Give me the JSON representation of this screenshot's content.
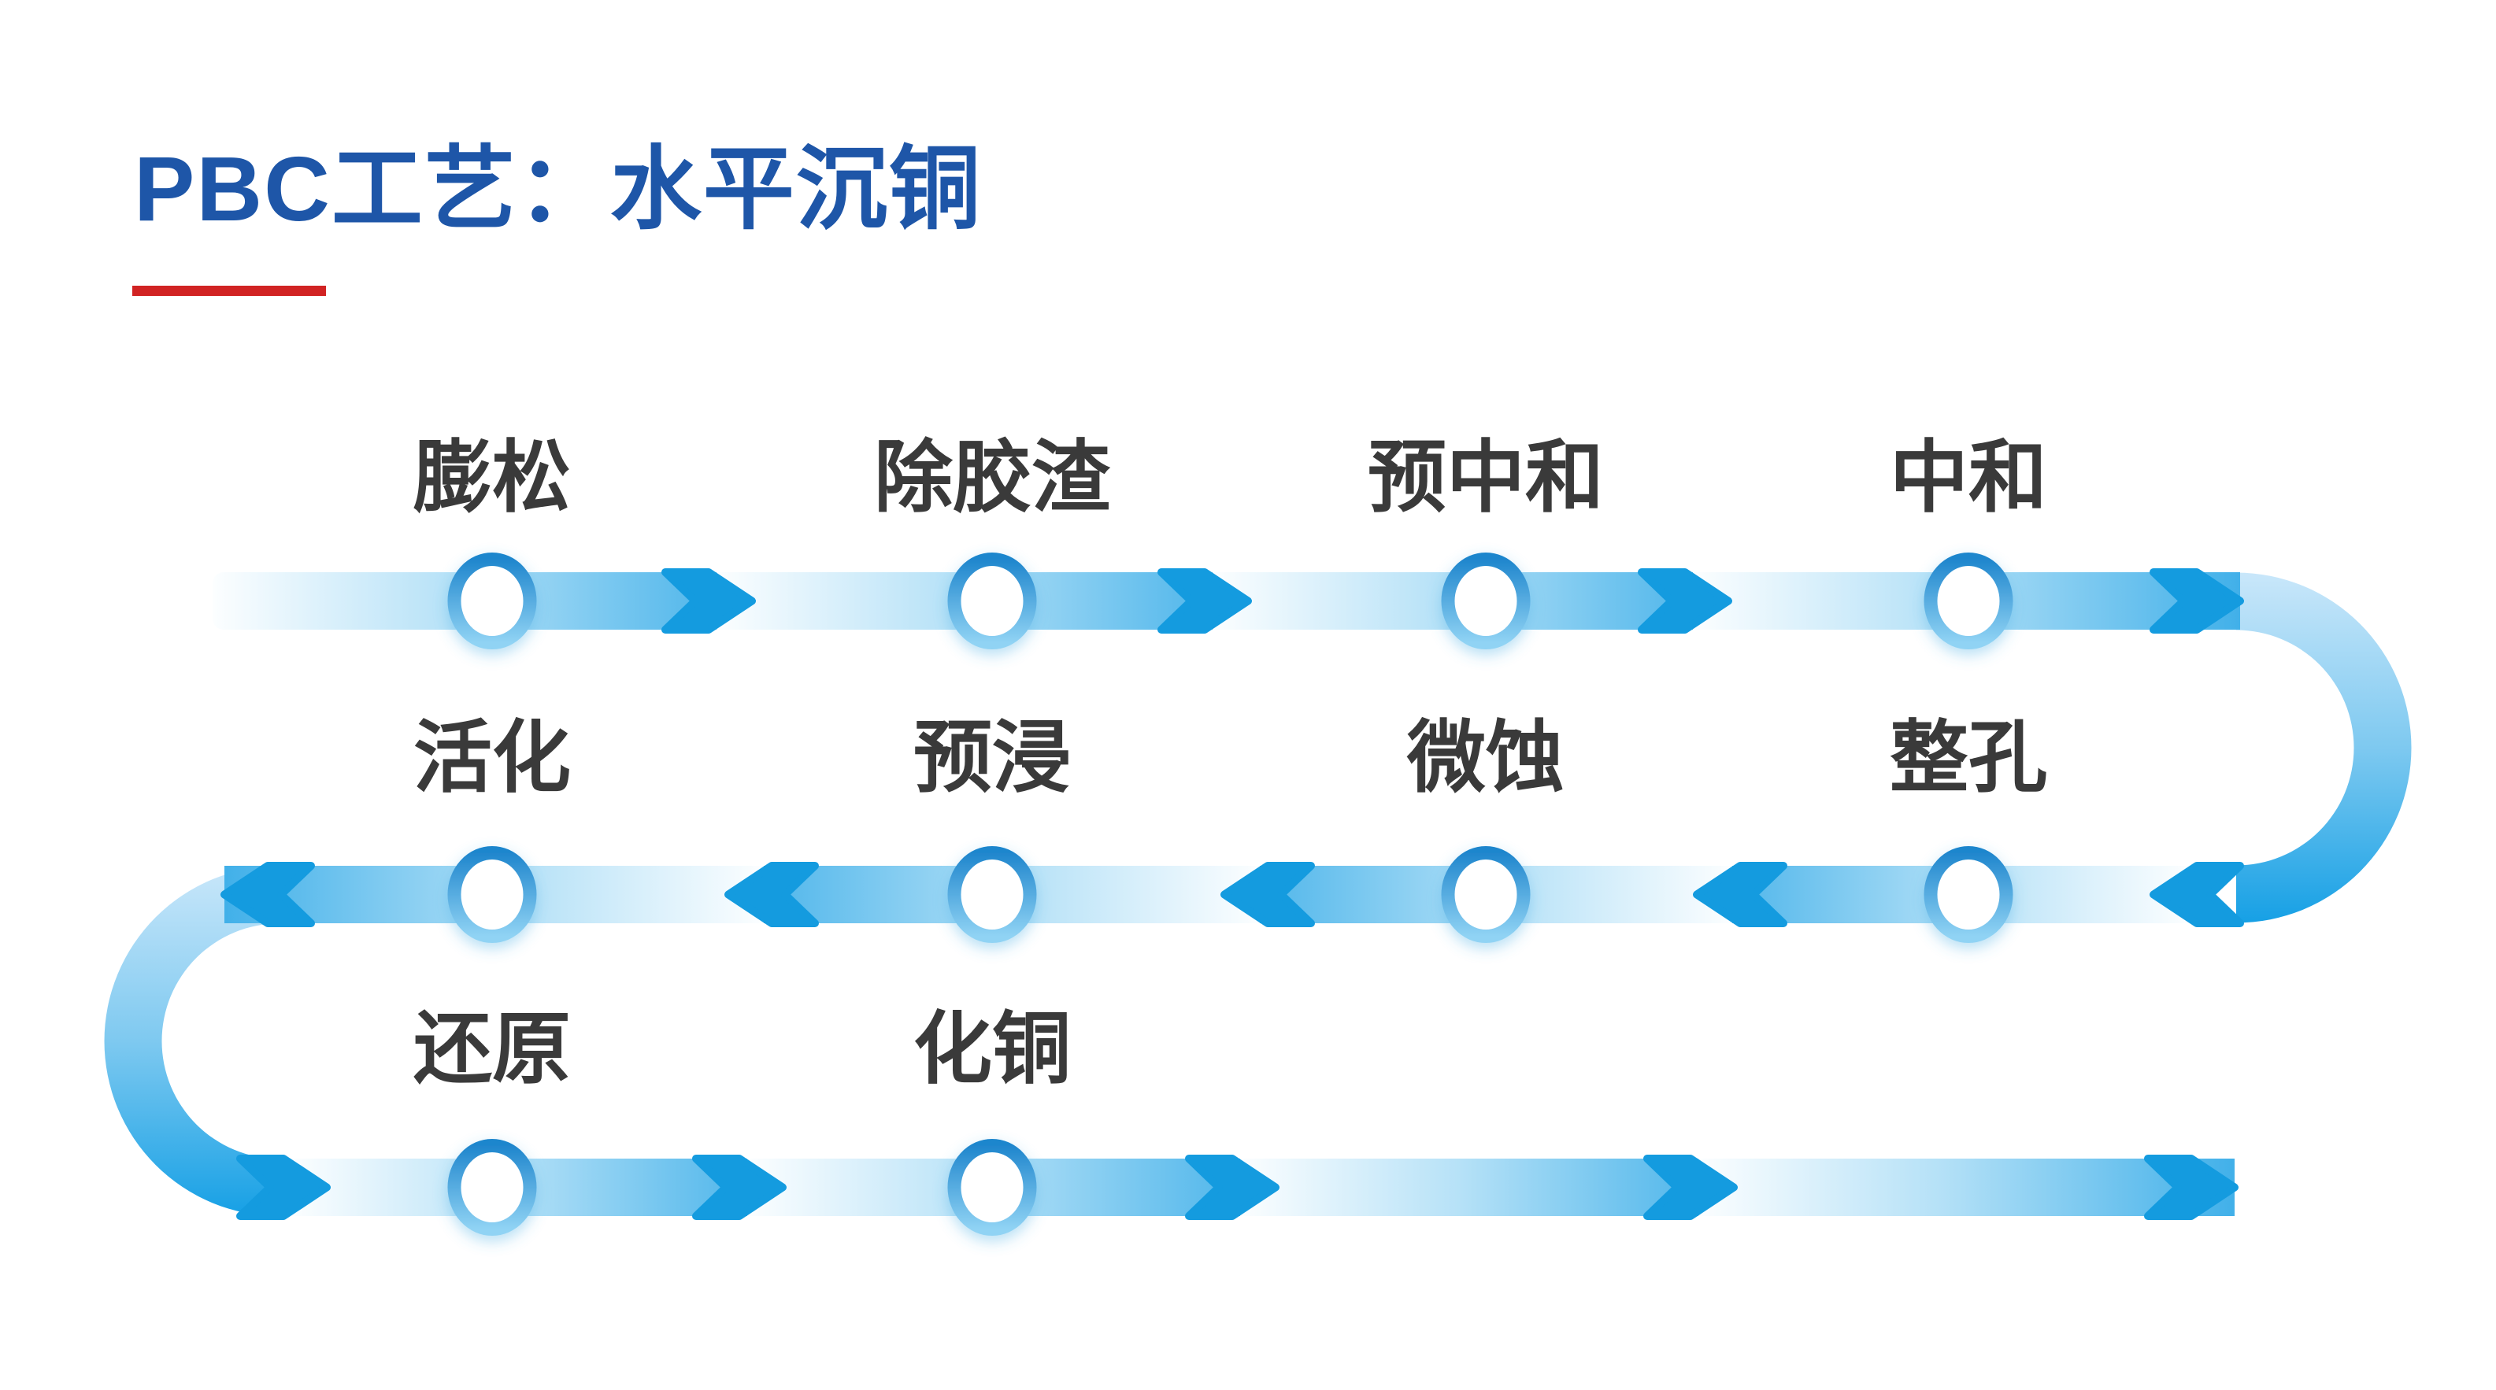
{
  "title": "PBC工艺：水平沉铜",
  "accent_colors": {
    "title_blue": "#1e56a8",
    "divider_red": "#d12323",
    "flow_blue_dark": "#149bdf",
    "flow_blue_light": "#f2f9fe",
    "node_ring_top": "#1f86cd",
    "node_ring_bottom": "#90d3f4",
    "label_gray": "#3a3a3a"
  },
  "process": {
    "rows": [
      {
        "direction": "left-to-right",
        "steps": [
          "膨松",
          "除胶渣",
          "预中和",
          "中和"
        ]
      },
      {
        "direction": "right-to-left",
        "steps": [
          "活化",
          "预浸",
          "微蚀",
          "整孔"
        ]
      },
      {
        "direction": "left-to-right",
        "steps": [
          "还原",
          "化铜"
        ]
      }
    ],
    "sequence": [
      "膨松",
      "除胶渣",
      "预中和",
      "中和",
      "整孔",
      "微蚀",
      "预浸",
      "活化",
      "还原",
      "化铜"
    ]
  }
}
